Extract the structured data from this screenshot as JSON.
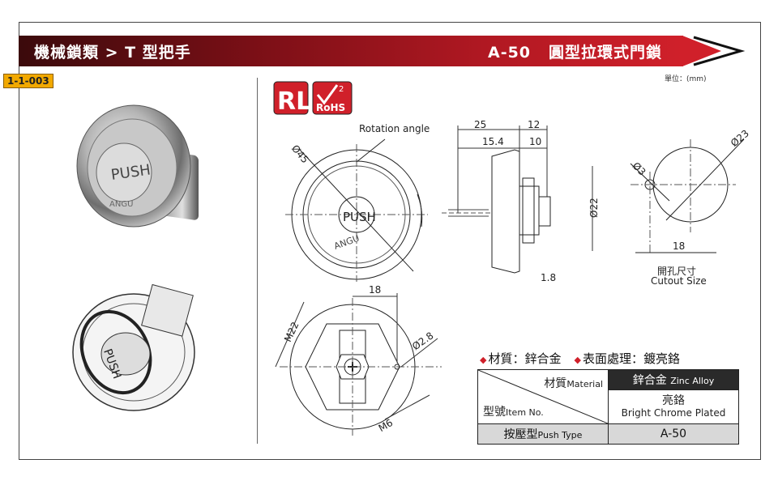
{
  "header": {
    "category": "機械鎖類 > T 型把手",
    "model": "A-50",
    "product_name": "圓型拉環式門鎖"
  },
  "code": "1-1-003",
  "unit_label": "單位：(mm)",
  "logos": {
    "rl": "RL",
    "rohs": "RoHS",
    "rohs_num": "2"
  },
  "drawing": {
    "rotation_angle": "Rotation angle",
    "dia45": "Ø45",
    "push_text": "PUSH",
    "brand_text": "ANGU",
    "dim_25": "25",
    "dim_12": "12",
    "dim_15_4": "15.4",
    "dim_10": "10",
    "dim_22": "Ø22",
    "dim_1_8": "1.8",
    "dim_3": "Ø3",
    "dim_23": "Ø23",
    "dim_18_cut": "18",
    "cutout_zh": "開孔尺寸",
    "cutout_en": "Cutout Size",
    "dim_18_back": "18",
    "m22": "M22",
    "dia2_8": "Ø2.8",
    "m6": "M6"
  },
  "specs": {
    "material_label": "材質：鋅合金",
    "finish_label": "表面處理：鍍亮鉻"
  },
  "table": {
    "material_zh": "材質",
    "material_en": "Material",
    "model_zh": "型號",
    "model_en": "Item No.",
    "material_value_zh": "鋅合金",
    "material_value_en": "Zinc Alloy",
    "finish_zh": "亮鉻",
    "finish_en": "Bright Chrome Plated",
    "type_zh": "按壓型",
    "type_en": "Push Type",
    "type_value": "A-50"
  },
  "colors": {
    "banner_dark": "#3b0a0c",
    "banner_light": "#d0202a",
    "badge": "#f2a900",
    "logo_red": "#d0202a"
  }
}
